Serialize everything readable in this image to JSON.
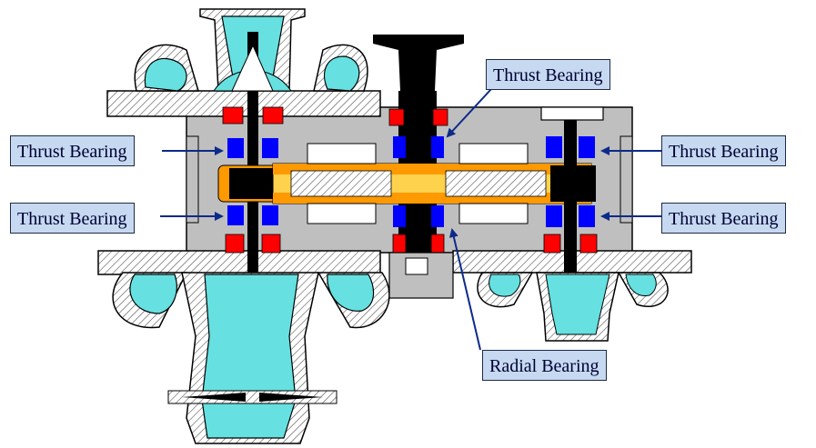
{
  "labels": {
    "thrust_left_top": "Thrust Bearing",
    "thrust_left_bottom": "Thrust Bearing",
    "thrust_center_top": "Thrust Bearing",
    "thrust_right_top": "Thrust Bearing",
    "thrust_right_bottom": "Thrust Bearing",
    "radial_center": "Radial Bearing"
  },
  "colors": {
    "housing": "#bfbfbf",
    "fluid": "#66e0e0",
    "gear": "#ff9900",
    "gear_light": "#ffd24d",
    "shaft": "#000000",
    "seal": "#ff0000",
    "bearing": "#0000ff",
    "label_bg": "#c6d9f1",
    "arrow": "#0b2a8a"
  }
}
